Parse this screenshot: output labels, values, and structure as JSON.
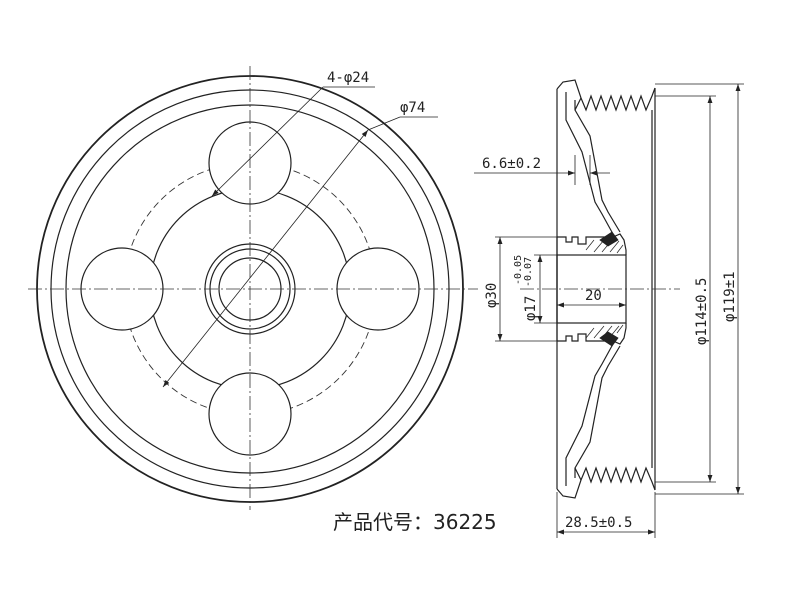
{
  "drawing": {
    "front_view": {
      "hole_callout": "4-φ24",
      "pcd_callout": "φ74"
    },
    "section_view": {
      "offset_dim": "6.6±0.2",
      "hub_od_dim": "φ30",
      "bore_dim_base": "φ17",
      "bore_tol_upper": "-0.05",
      "bore_tol_lower": "-0.07",
      "hub_length_dim": "20",
      "groove_dia_dim": "φ114±0.5",
      "outer_dia_dim": "φ119±1",
      "width_dim": "28.5±0.5"
    },
    "caption": "产品代号：36225"
  }
}
